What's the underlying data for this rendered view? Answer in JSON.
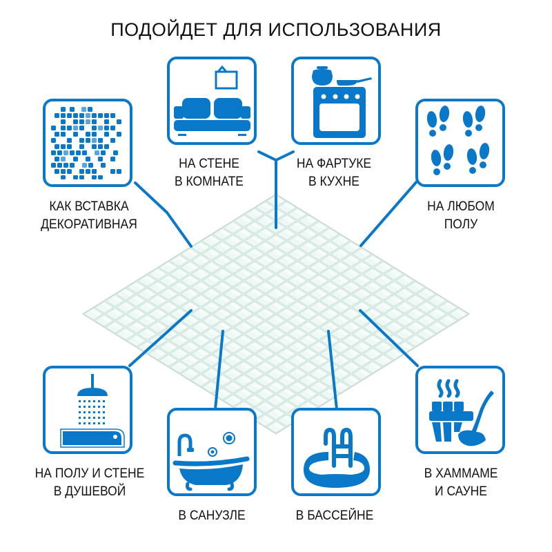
{
  "title": "ПОДОЙДЕТ ДЛЯ ИСПОЛЬЗОВАНИЯ",
  "colors": {
    "accent": "#0a78c8",
    "accent_light": "#5aa6df",
    "tile": "#e9f6f2",
    "text": "#111111"
  },
  "central_image": {
    "subject": "white-glass-mosaic-tile-sheet",
    "grid": "square tiles on mesh"
  },
  "usages": [
    {
      "id": "decorative-insert",
      "icon": "mosaic-pattern-icon",
      "line1": "КАК ВСТАВКА",
      "line2": "ДЕКОРАТИВНАЯ"
    },
    {
      "id": "room-wall",
      "icon": "sofa-with-picture-icon",
      "line1": "НА СТЕНЕ",
      "line2": "В КОМНАТЕ"
    },
    {
      "id": "kitchen-backsplash",
      "icon": "stove-icon",
      "line1": "НА ФАРТУКЕ",
      "line2": "В КУХНЕ"
    },
    {
      "id": "any-floor",
      "icon": "footprints-icon",
      "line1": "НА ЛЮБОМ",
      "line2": "ПОЛУ"
    },
    {
      "id": "shower",
      "icon": "shower-icon",
      "line1": "НА ПОЛУ И СТЕНЕ",
      "line2": "В ДУШЕВОЙ"
    },
    {
      "id": "bathroom",
      "icon": "bathtub-icon",
      "line1": "В САНУЗЛЕ",
      "line2": ""
    },
    {
      "id": "pool",
      "icon": "pool-ladder-icon",
      "line1": "В БАССЕЙНЕ",
      "line2": ""
    },
    {
      "id": "hammam-sauna",
      "icon": "sauna-bucket-ladle-icon",
      "line1": "В ХАММАМЕ",
      "line2": "И САУНЕ"
    }
  ]
}
